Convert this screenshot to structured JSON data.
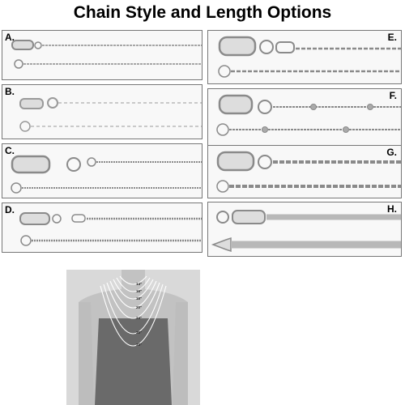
{
  "title": "Chain Style and Length Options",
  "panels": [
    {
      "letter": "A.",
      "style": "fine-cable"
    },
    {
      "letter": "B.",
      "style": "open-cable"
    },
    {
      "letter": "C.",
      "style": "box-thin"
    },
    {
      "letter": "D.",
      "style": "box"
    },
    {
      "letter": "E.",
      "style": "rope"
    },
    {
      "letter": "F.",
      "style": "beaded-curb"
    },
    {
      "letter": "G.",
      "style": "rolo"
    },
    {
      "letter": "H.",
      "style": "snake"
    }
  ],
  "lengths": [
    "14\"",
    "16\"",
    "18\"",
    "20\"",
    "24\"",
    "30\"",
    "33\""
  ],
  "colors": {
    "chain": "#8a8a8a",
    "chain_light": "#c8c8c8",
    "panel_border": "#777777",
    "chart_bg": "#d9d9d9",
    "figure": "#666666"
  }
}
